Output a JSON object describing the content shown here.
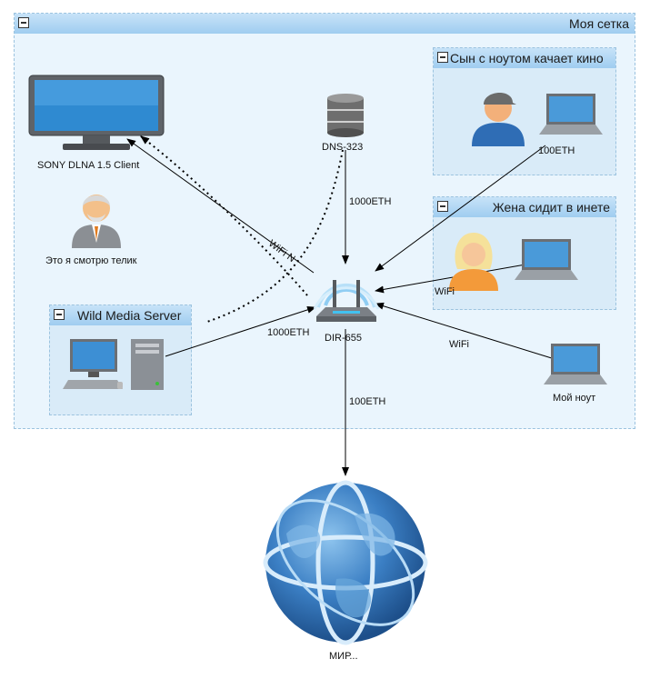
{
  "groups": {
    "main": "Моя сетка",
    "son": "Сын с ноутом качает кино",
    "wife": "Жена сидит в инете",
    "server": "Wild Media Server"
  },
  "nodes": {
    "tv": "SONY DLNA 1.5 Client",
    "nas": "DNS-323",
    "me": "Это я смотрю телик",
    "router": "DIR-655",
    "my_laptop": "Мой ноут",
    "world": "МИР..."
  },
  "edges": {
    "wifi_tv": "WiFi N",
    "nas_router": "1000ETH",
    "son_router": "100ETH",
    "wife_router": "WiFi",
    "server_router": "1000ETH",
    "mylaptop_router": "WiFi",
    "router_world": "100ETH"
  },
  "colors": {
    "group_fill": "#eaf5fd",
    "inner_group_fill": "#d9ebf8",
    "header": "#9fcdf0",
    "globe": "#3b7fc4"
  }
}
